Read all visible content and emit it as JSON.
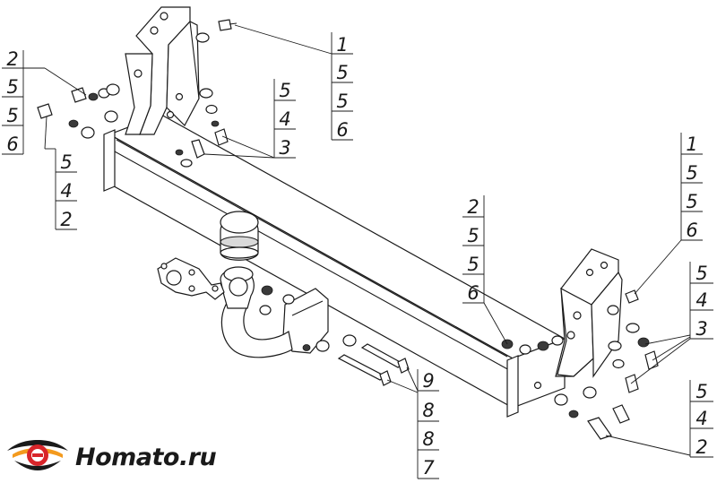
{
  "logo": {
    "text": "Homato.ru",
    "colors": {
      "red": "#d8252a",
      "dark": "#1a1a1a",
      "orange": "#f39a1e"
    }
  },
  "callouts": [
    {
      "id": "top-right-bolt",
      "numbers": [
        "1",
        "5",
        "5",
        "6"
      ]
    },
    {
      "id": "left-upper",
      "numbers": [
        "2",
        "5",
        "5",
        "6"
      ]
    },
    {
      "id": "left-lower",
      "numbers": [
        "5",
        "4",
        "2"
      ]
    },
    {
      "id": "upper-middle",
      "numbers": [
        "5",
        "4",
        "3"
      ]
    },
    {
      "id": "center",
      "numbers": [
        "2",
        "5",
        "5",
        "6"
      ]
    },
    {
      "id": "right-upper",
      "numbers": [
        "1",
        "5",
        "5",
        "6"
      ]
    },
    {
      "id": "right-middle",
      "numbers": [
        "5",
        "4",
        "3"
      ]
    },
    {
      "id": "right-lower",
      "numbers": [
        "5",
        "4",
        "2"
      ]
    },
    {
      "id": "bottom-center",
      "numbers": [
        "9",
        "8",
        "8",
        "7"
      ]
    }
  ]
}
